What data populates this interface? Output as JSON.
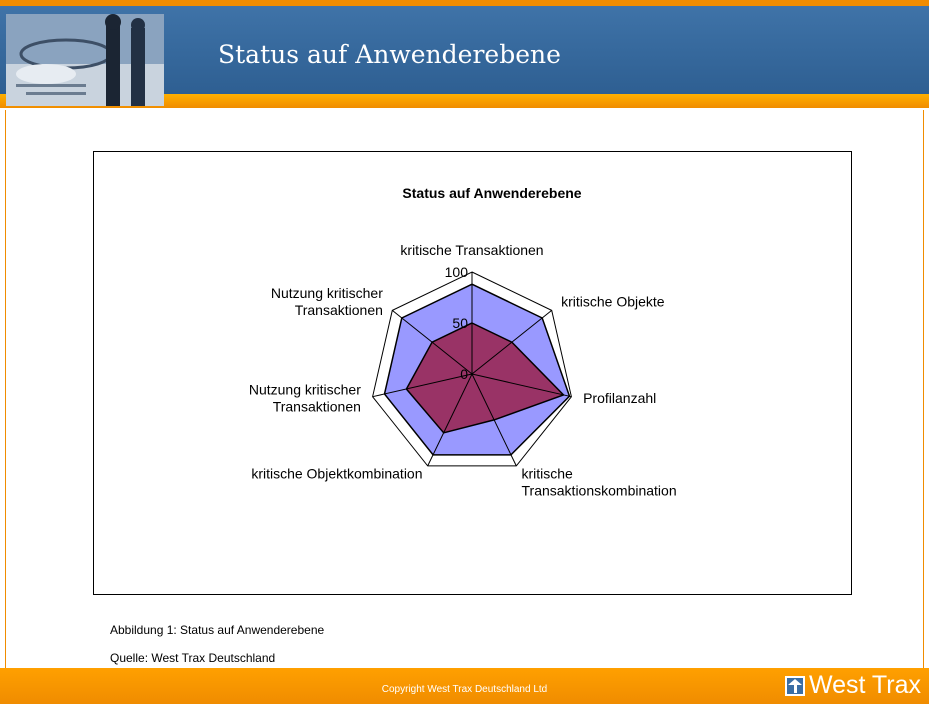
{
  "slide": {
    "title": "Status auf Anwenderebene",
    "caption_figure": "Abbildung 1: Status auf Anwenderebene",
    "caption_source": "Quelle: West Trax Deutschland",
    "copyright": "Copyright West Trax Deutschland Ltd",
    "brand": "West Trax"
  },
  "colors": {
    "header_blue": "#3a6ea5",
    "accent_orange": "#f08c00",
    "series_outer": "#9999ff",
    "series_inner": "#993366",
    "grid": "#000000"
  },
  "chart_data": {
    "type": "radar",
    "title": "Status auf Anwenderebene",
    "categories": [
      "kritische Transaktionen",
      "kritische Objekte",
      "Profilanzahl",
      "kritische Transaktionskombination",
      "kritische Objektkombination",
      "Nutzung kritischer Transaktionen",
      "Nutzung kritischer Transaktionen"
    ],
    "series": [
      {
        "values": [
          88,
          88,
          98,
          88,
          88,
          88,
          88
        ],
        "color": "#9999ff"
      },
      {
        "values": [
          50,
          50,
          92,
          50,
          64,
          66,
          50
        ],
        "color": "#993366"
      }
    ],
    "rlim": [
      0,
      100
    ],
    "ticks": [
      0,
      50,
      100
    ],
    "grid": true,
    "legend": "none"
  }
}
